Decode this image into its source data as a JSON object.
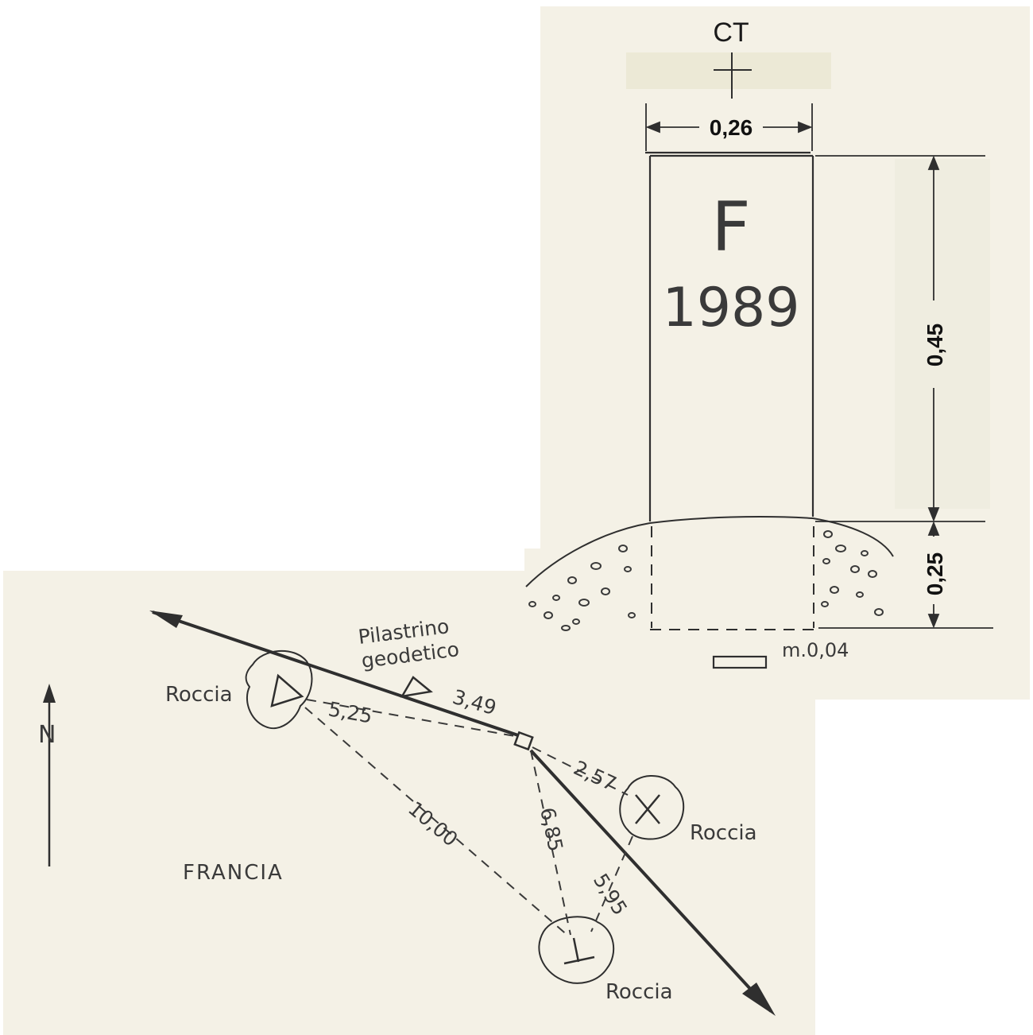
{
  "upper": {
    "ct_label": "CT",
    "width_dim": "0,26",
    "height_dim": "0,45",
    "depth_dim": "0,25",
    "letter": "F",
    "year": "1989",
    "base_note": "m.0,04"
  },
  "lower": {
    "pillar_label_line1": "Pilastrino",
    "pillar_label_line2": "geodetico",
    "rock_west": "Roccia",
    "rock_east": "Roccia",
    "rock_south": "Roccia",
    "country": "FRANCIA",
    "north": "N",
    "dist_5_25": "5,25",
    "dist_3_49": "3,49",
    "dist_10_00": "10,00",
    "dist_6_85": "6,85",
    "dist_2_57": "2,57",
    "dist_5_95": "5,95"
  },
  "colors": {
    "paper": "#f4f1e6",
    "ink": "#2f2f2f"
  }
}
